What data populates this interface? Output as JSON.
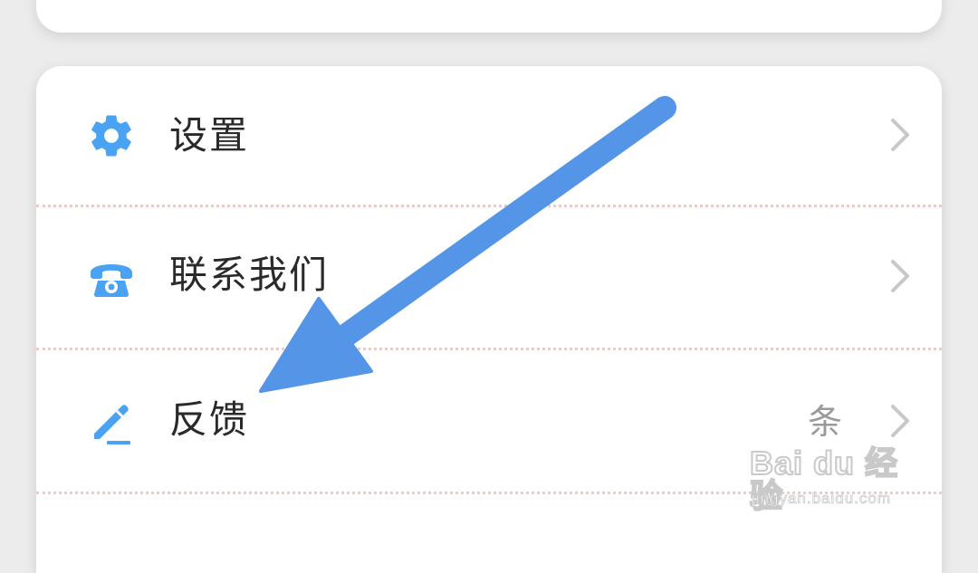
{
  "menu": {
    "items": [
      {
        "label": "设置",
        "icon": "gear-icon"
      },
      {
        "label": "联系我们",
        "icon": "phone-icon"
      },
      {
        "label": "反馈",
        "icon": "pencil-icon",
        "extra": "条"
      }
    ]
  },
  "watermark": {
    "brand": "Bai du 经验",
    "url": "jingyan.baidu.com"
  },
  "colors": {
    "background": "#ececec",
    "card": "#ffffff",
    "icon": "#4aa3f2",
    "arrow": "#5495e8",
    "divider": "#f2c9c4",
    "chevron": "#c8c8c8"
  }
}
